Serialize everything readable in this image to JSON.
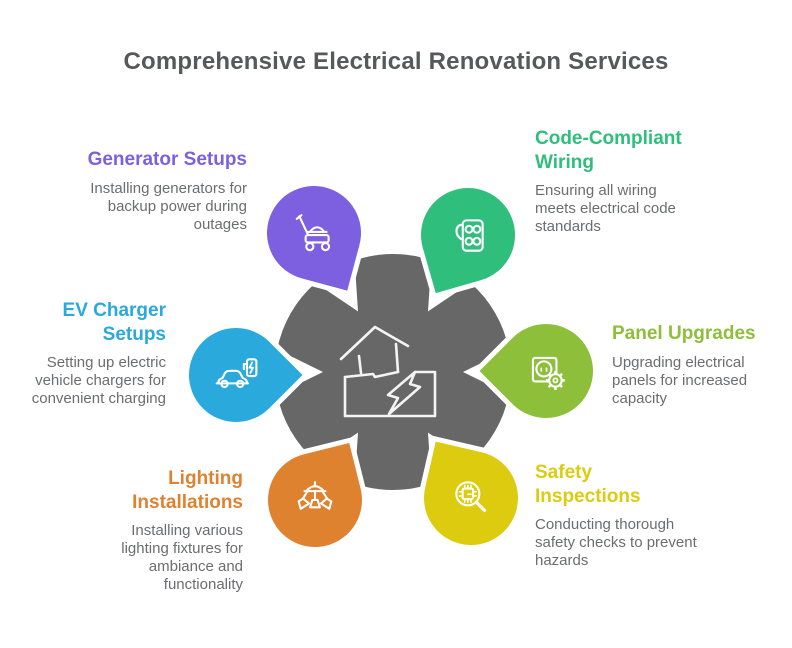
{
  "title": "Comprehensive Electrical Renovation Services",
  "colors": {
    "title_text": "#57585A",
    "body_text": "#6C6D70",
    "center_shape": "#676767",
    "icon_stroke": "#FFFFFF"
  },
  "center": {
    "icon": "house-lightning-icon"
  },
  "services": [
    {
      "id": "generator-setups",
      "position": "top-left",
      "heading": "Generator Setups",
      "description": "Installing generators for\nbackup power during\noutages",
      "icon": "generator-icon",
      "color": "#7C60E0"
    },
    {
      "id": "code-compliant-wiring",
      "position": "top-right",
      "heading": "Code-Compliant\nWiring",
      "description": "Ensuring all wiring\nmeets electrical code\nstandards",
      "icon": "power-strip-icon",
      "color": "#2FBE7C"
    },
    {
      "id": "ev-charger-setups",
      "position": "left",
      "heading": "EV Charger\nSetups",
      "description": "Setting up electric\nvehicle chargers for\nconvenient charging",
      "icon": "ev-charger-icon",
      "color": "#29A9DC"
    },
    {
      "id": "panel-upgrades",
      "position": "right",
      "heading": "Panel Upgrades",
      "description": "Upgrading electrical\npanels for increased\ncapacity",
      "icon": "outlet-gear-icon",
      "color": "#8DBF3B"
    },
    {
      "id": "lighting-installations",
      "position": "bottom-left",
      "heading": "Lighting\nInstallations",
      "description": "Installing various\nlighting fixtures for\nambiance and\nfunctionality",
      "icon": "ceiling-light-icon",
      "color": "#DF8230"
    },
    {
      "id": "safety-inspections",
      "position": "bottom-right",
      "heading": "Safety\nInspections",
      "description": "Conducting thorough\nsafety checks to prevent\nhazards",
      "icon": "magnifier-chip-icon",
      "color": "#DDCB10"
    }
  ]
}
